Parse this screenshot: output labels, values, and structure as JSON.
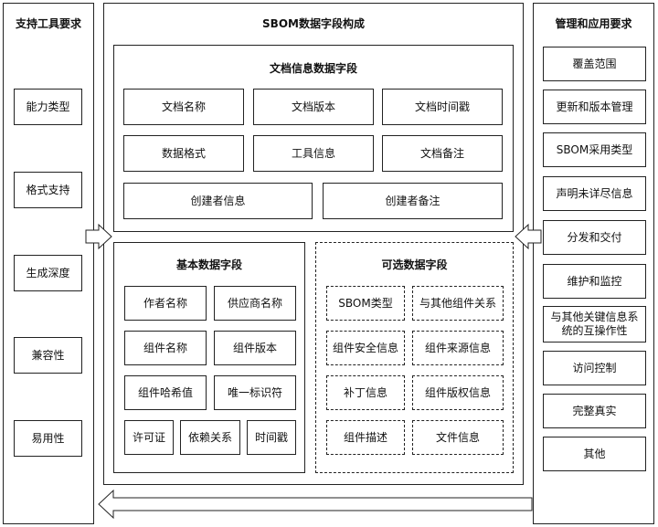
{
  "left": {
    "title": "支持工具要求",
    "items": [
      "能力类型",
      "格式支持",
      "生成深度",
      "兼容性",
      "易用性"
    ]
  },
  "center": {
    "title": "SBOM数据字段构成",
    "doc": {
      "title": "文档信息数据字段",
      "items": [
        "文档名称",
        "文档版本",
        "文档时间戳",
        "数据格式",
        "工具信息",
        "文档备注",
        "创建者信息",
        "创建者备注"
      ]
    },
    "basic": {
      "title": "基本数据字段",
      "items": [
        "作者名称",
        "供应商名称",
        "组件名称",
        "组件版本",
        "组件哈希值",
        "唯一标识符",
        "许可证",
        "依赖关系",
        "时间戳"
      ]
    },
    "optional": {
      "title": "可选数据字段",
      "items": [
        "SBOM类型",
        "与其他组件关系",
        "组件安全信息",
        "组件来源信息",
        "补丁信息",
        "组件版权信息",
        "组件描述",
        "文件信息"
      ]
    }
  },
  "right": {
    "title": "管理和应用要求",
    "items": [
      "覆盖范围",
      "更新和版本管理",
      "SBOM采用类型",
      "声明未详尽信息",
      "分发和交付",
      "维护和监控",
      "与其他关键信息系统的互操作性",
      "访问控制",
      "完整真实",
      "其他"
    ]
  }
}
